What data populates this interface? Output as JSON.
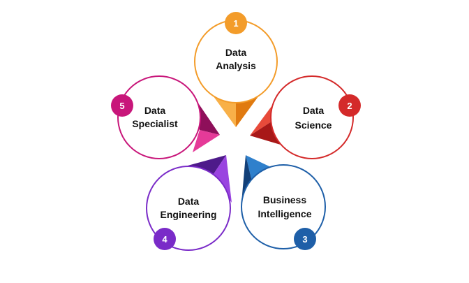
{
  "diagram": {
    "items": [
      {
        "number": "1",
        "line1": "Data",
        "line2": "Analysis",
        "color": "#F39C2A",
        "dark": "#E07A10",
        "light": "#F8B048"
      },
      {
        "number": "2",
        "line1": "Data",
        "line2": "Science",
        "color": "#D42A2A",
        "dark": "#A81818",
        "light": "#E84A3A"
      },
      {
        "number": "3",
        "line1": "Business",
        "line2": "Intelligence",
        "color": "#1E5FA8",
        "dark": "#123F78",
        "light": "#2F80CC"
      },
      {
        "number": "4",
        "line1": "Data",
        "line2": "Engineering",
        "color": "#7A2BC8",
        "dark": "#4E1A8A",
        "light": "#9A44E0"
      },
      {
        "number": "5",
        "line1": "Data",
        "line2": "Specialist",
        "color": "#C8167A",
        "dark": "#8E0F5A",
        "light": "#E53A98"
      }
    ]
  }
}
